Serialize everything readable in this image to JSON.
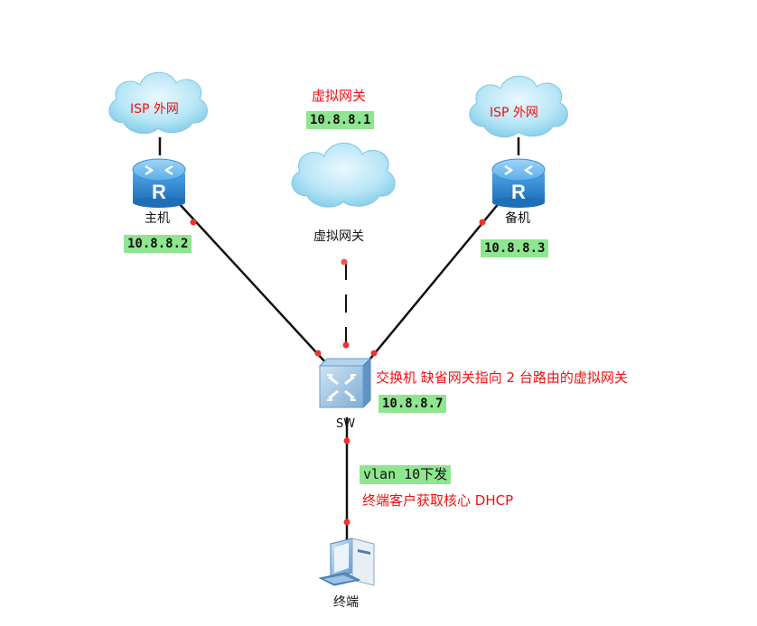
{
  "clouds": {
    "left": "ISP 外网",
    "right": "ISP 外网"
  },
  "virtual_gateway": {
    "title": "虚拟网关",
    "ip": "10.8.8.1",
    "cloud_label": "虚拟网关"
  },
  "master_router": {
    "label": "主机",
    "ip": "10.8.8.2",
    "icon_letter": "R"
  },
  "backup_router": {
    "label": "备机",
    "ip": "10.8.8.3",
    "icon_letter": "R"
  },
  "switch": {
    "label": "SW",
    "note": "交换机 缺省网关指向 2 台路由的虚拟网关",
    "ip": "10.8.8.7"
  },
  "link_notes": {
    "vlan": "vlan 10下发",
    "dhcp": "终端客户获取核心 DHCP"
  },
  "terminal": {
    "label": "终端"
  },
  "colors": {
    "annotation_red": "#ee1111",
    "ip_highlight": "#8ee68e",
    "port_dot": "#ee3333",
    "cloud_blue": "#8fd3ee",
    "router_blue": "#3a8fd6"
  }
}
